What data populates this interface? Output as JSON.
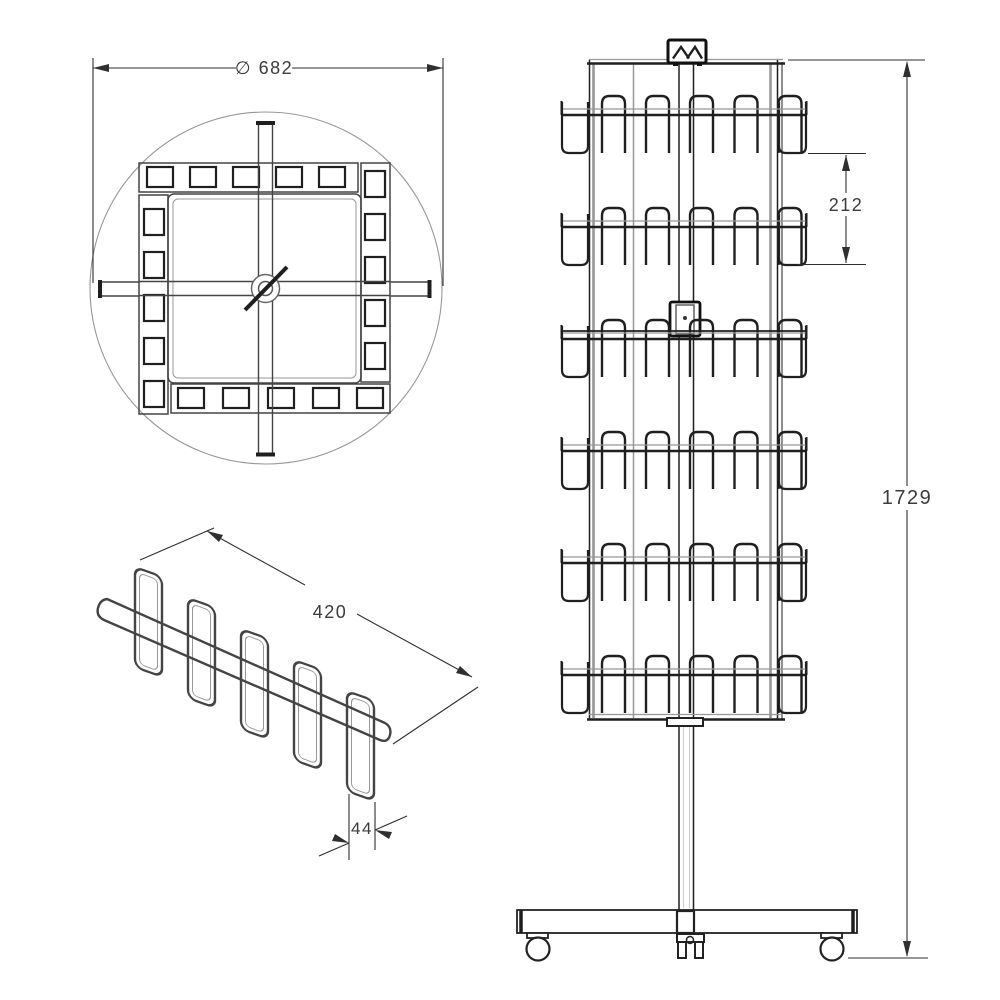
{
  "drawing_type": "technical-orthographic-drawing",
  "subject": "rotating-brochure-spinner-stand",
  "dimensions": {
    "top_view_diameter": "∅ 682",
    "row_pitch": "212",
    "total_height": "1729",
    "shelf_length": "420",
    "pocket_depth": "44"
  },
  "colors": {
    "background": "#ffffff",
    "line_dark": "#1f1f1f",
    "line_gray": "#979797",
    "dimension_line": "#2f2f2f",
    "dimension_text": "#3b3b3b"
  },
  "views": {
    "top_view": "top view with swivel circle",
    "shelf_view": "isometric wire shelf with 5 dividers",
    "front_view": "front elevation with 6 pocket rows, pole, base and casters"
  }
}
